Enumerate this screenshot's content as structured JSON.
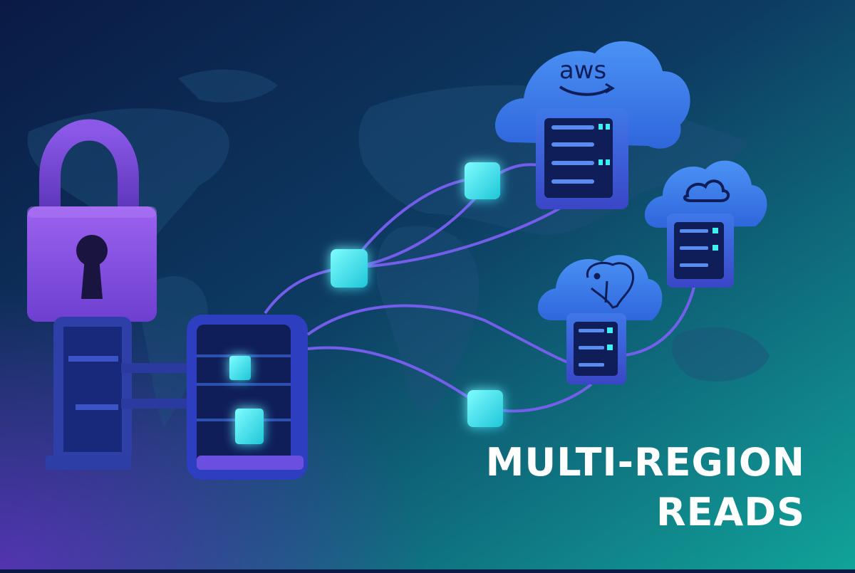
{
  "headline": {
    "line1": "MULTI-REGION",
    "line2": "READS"
  },
  "logos": {
    "aws": "aws"
  },
  "icons": [
    "padlock-icon",
    "keyhole-icon",
    "database-panel-icon",
    "aws-cloud-icon",
    "cloud-sync-icon",
    "postgres-elephant-icon",
    "server-rack-icon",
    "data-cube-icon",
    "world-map"
  ],
  "colors": {
    "background_dark": "#0b1a44",
    "background_teal": "#0f9a93",
    "lock_purple": "#8c55e6",
    "cloud_blue": "#3f86f0",
    "cube_cyan": "#3ff0ef",
    "connector": "#7a5ff2",
    "text": "#ffffff"
  }
}
